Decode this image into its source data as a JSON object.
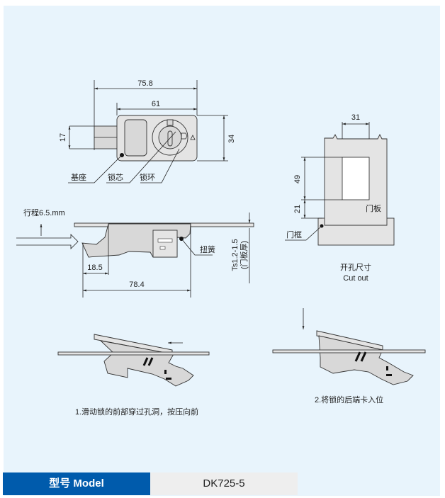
{
  "front_view": {
    "dim_overall_width": "75.8",
    "dim_body_width": "61",
    "dim_bolt_height": "17",
    "dim_body_height": "34",
    "label_base": "基座",
    "label_core": "锁芯",
    "label_ring": "锁环"
  },
  "side_view": {
    "stroke_label": "行程6.5.mm",
    "dim_front": "18.5",
    "dim_length": "78.4",
    "label_spring": "扭簧",
    "thickness_label": "Ts1.2-1.5",
    "thickness_note": "(门板厚)"
  },
  "cutout": {
    "dim_width": "31",
    "dim_height": "49",
    "dim_offset": "21",
    "label_door_panel": "门板",
    "label_door_frame": "门框",
    "title_cn": "开孔尺寸",
    "title_en": "Cut out"
  },
  "steps": [
    {
      "caption": "1.滑动锁的前部穿过孔洞，按压向前"
    },
    {
      "caption": "2.将锁的后端卡入位"
    }
  ],
  "footer": {
    "model_label": "型号 Model",
    "model_value": "DK725-5",
    "label_color": "#005bac"
  }
}
